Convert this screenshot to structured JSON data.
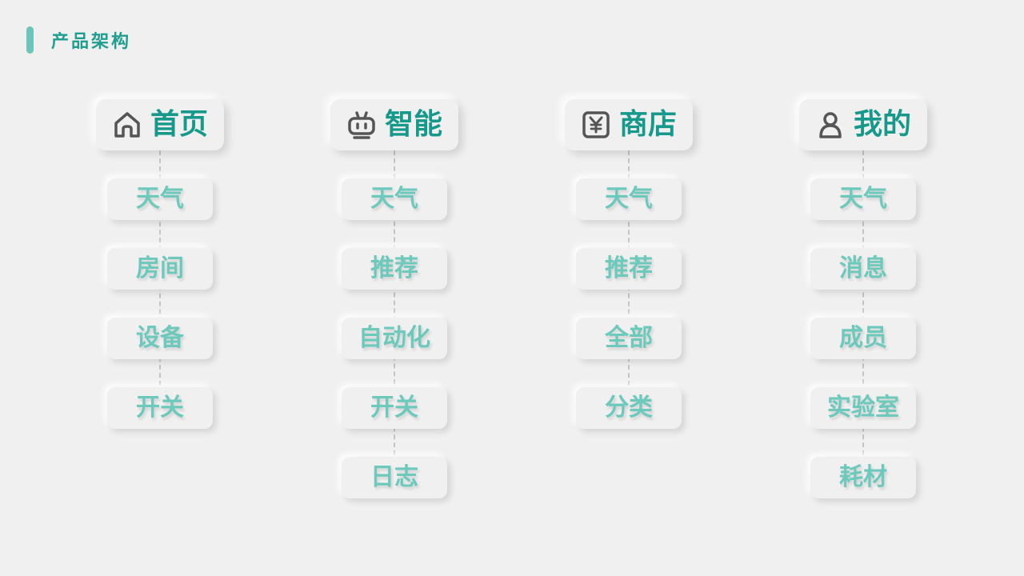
{
  "header": {
    "title": "产品架构",
    "accent_color": "#6cc5b9"
  },
  "columns": [
    {
      "label": "首页",
      "icon": "home-icon",
      "items": [
        "天气",
        "房间",
        "设备",
        "开关"
      ]
    },
    {
      "label": "智能",
      "icon": "robot-icon",
      "items": [
        "天气",
        "推荐",
        "自动化",
        "开关",
        "日志"
      ]
    },
    {
      "label": "商店",
      "icon": "yen-icon",
      "items": [
        "天气",
        "推荐",
        "全部",
        "分类"
      ]
    },
    {
      "label": "我的",
      "icon": "person-icon",
      "items": [
        "天气",
        "消息",
        "成员",
        "实验室",
        "耗材"
      ]
    }
  ],
  "colors": {
    "heading_text": "#16988a",
    "item_text": "#6cc9bc",
    "icon_stroke": "#555555",
    "connector": "#c4c4c4",
    "background": "#f0f0f0"
  }
}
